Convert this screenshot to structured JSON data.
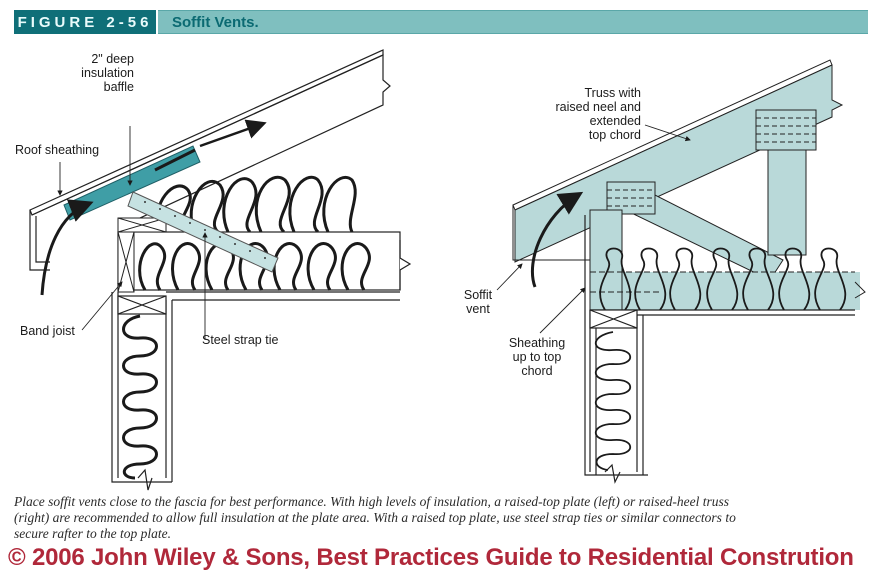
{
  "header": {
    "figure_number": "FIGURE 2-56",
    "title": "Soffit Vents."
  },
  "colors": {
    "header_dark": "#0f6f78",
    "header_light": "#7fbfbf",
    "baffle": "#3f9ea6",
    "truss_fill": "#b9d9d9",
    "strap_fill": "#c6e2e2",
    "watermark": "#b0283a"
  },
  "left_diagram": {
    "labels": {
      "baffle": "2\" deep\ninsulation\nbaffle",
      "roof_sheathing": "Roof sheathing",
      "band_joist": "Band joist",
      "steel_strap": "Steel strap tie"
    }
  },
  "right_diagram": {
    "labels": {
      "truss": "Truss with\nraised neel and\nextended\ntop chord",
      "soffit_vent": "Soffit\nvent",
      "sheathing": "Sheathing\nup to top\nchord"
    }
  },
  "caption": {
    "line1": "Place soffit vents close to the fascia for best performance. With high levels of insulation, a raised-top plate (left) or raised-heel truss",
    "line2": "(right) are recommended to allow full insulation at the plate area. With a raised top plate, use steel strap ties or similar connectors to",
    "line3": "secure rafter to the top plate."
  },
  "watermark": "© 2006 John Wiley & Sons, Best Practices Guide to Residential Constrution"
}
